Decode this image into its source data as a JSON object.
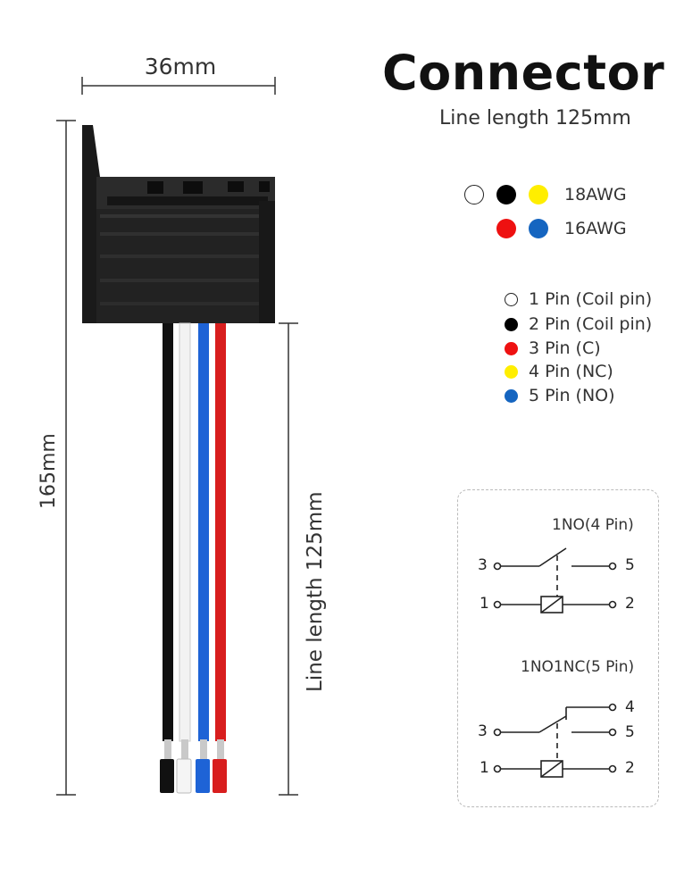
{
  "title": "Connector",
  "subtitle": "Line length 125mm",
  "dimensions": {
    "width": "36mm",
    "total_height": "165mm",
    "line_length": "Line length 125mm"
  },
  "awg_legend": [
    {
      "label": "18AWG",
      "colors": [
        "#ffffff",
        "#000000",
        "#ffee00"
      ]
    },
    {
      "label": "16AWG",
      "colors": [
        "#ee1111",
        "#1565c0"
      ]
    }
  ],
  "pins": [
    {
      "label": "1 Pin (Coil pin)",
      "color": "#ffffff"
    },
    {
      "label": "2 Pin (Coil pin)",
      "color": "#000000"
    },
    {
      "label": "3 Pin (C)",
      "color": "#ee1111"
    },
    {
      "label": "4 Pin (NC)",
      "color": "#ffee00"
    },
    {
      "label": "5 Pin (NO)",
      "color": "#1565c0"
    }
  ],
  "schematics": [
    {
      "title": "1NO(4 Pin)",
      "pins": [
        "3",
        "5",
        "1",
        "2"
      ]
    },
    {
      "title": "1NO1NC(5 Pin)",
      "pins": [
        "4",
        "3",
        "5",
        "1",
        "2"
      ]
    }
  ],
  "wire_colors": [
    "#111111",
    "#f4f4f4",
    "#1e63d6",
    "#d81e1e"
  ]
}
